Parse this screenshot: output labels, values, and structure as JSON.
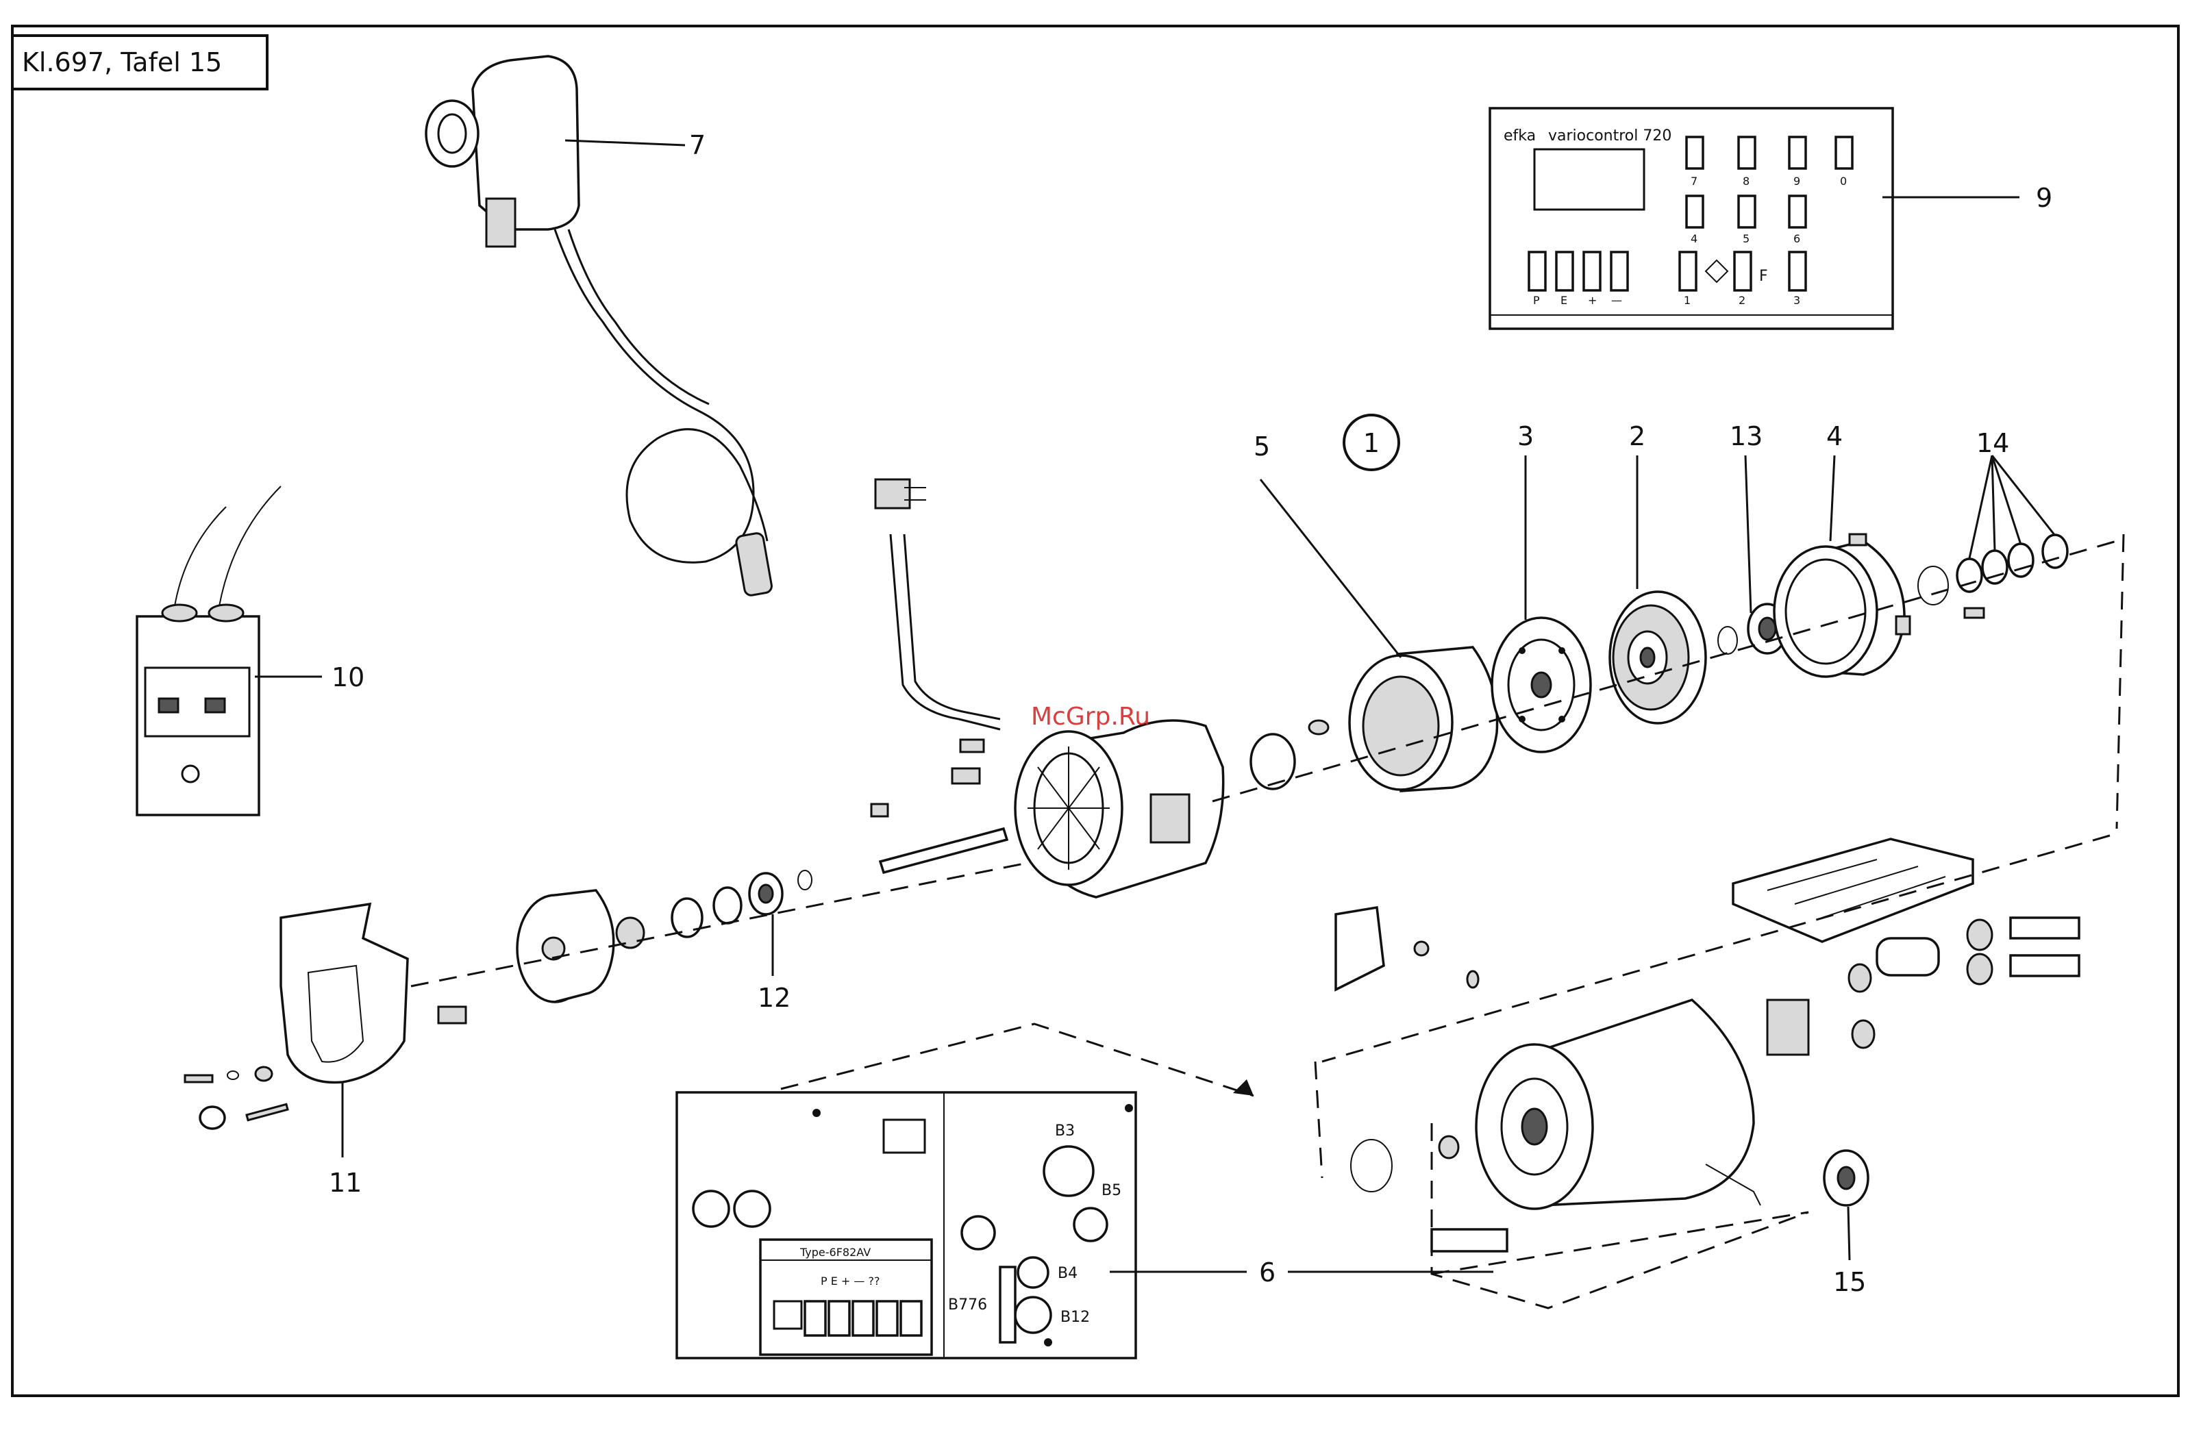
{
  "sheet": {
    "title": "Kl.697, Tafel 15",
    "group_number": "1"
  },
  "watermark": "McGrp.Ru",
  "callouts": {
    "c1": "2",
    "c2": "3",
    "c3": "4",
    "c4": "5",
    "c5": "6",
    "c6": "7",
    "c7": "9",
    "c8": "10",
    "c9": "11",
    "c10": "12",
    "c11": "13",
    "c12": "14",
    "c13": "15"
  },
  "control_panel": {
    "brand": "efka",
    "model": "variocontrol 720",
    "keys_top": [
      "7",
      "8",
      "9",
      "0"
    ],
    "keys_mid": [
      "4",
      "5",
      "6"
    ],
    "keys_bottom": [
      "P",
      "E",
      "+",
      "—",
      "1",
      "2",
      "3"
    ],
    "f_key": "F"
  },
  "control_unit": {
    "type_label": "Type-6F82AV",
    "terminal_row": "P  E  +  —  ??",
    "sockets": [
      "B3",
      "B5",
      "B4",
      "B12",
      "B776"
    ]
  },
  "colors": {
    "ink": "#111111",
    "paper": "#ffffff",
    "watermark": "#d21f1f"
  }
}
